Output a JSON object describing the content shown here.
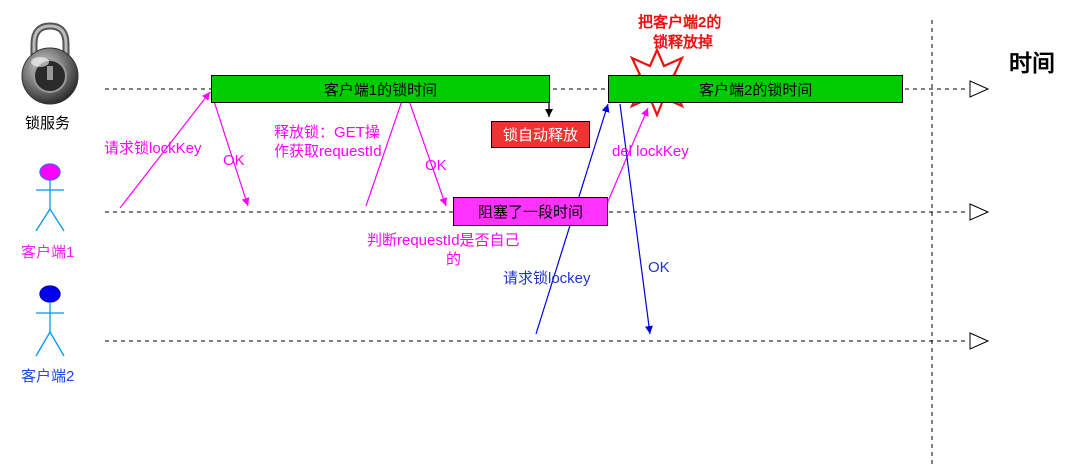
{
  "colors": {
    "green": "#00cc00",
    "magenta": "#ff00ff",
    "blue": "#0000dd",
    "red_box": "#ee3333",
    "title_red": "#ee1111"
  },
  "actors": {
    "lock_service": "锁服务",
    "client1": "客户端1",
    "client2": "客户端2"
  },
  "axis_label": "时间",
  "boxes": {
    "client1_lock": "客户端1的锁时间",
    "client2_lock": "客户端2的锁时间",
    "auto_release": "锁自动释放",
    "blocked": "阻塞了一段时间"
  },
  "labels": {
    "c1_request": "请求锁lockKey",
    "c1_ok": "OK",
    "release_line1": "释放锁：GET操",
    "release_line2": "作获取requestId",
    "release_ok": "OK",
    "judge_line1": "判断requestId是否自己",
    "judge_line2": "的",
    "del_key": "del lockKey",
    "c2_request": "请求锁lockey",
    "c2_ok": "OK",
    "headline_line1": "把客户端2的",
    "headline_line2": "锁释放掉"
  },
  "icons": {
    "lock": "padlock-icon",
    "client1": "person-icon",
    "client2": "person-icon",
    "explosion": "burst-icon"
  }
}
